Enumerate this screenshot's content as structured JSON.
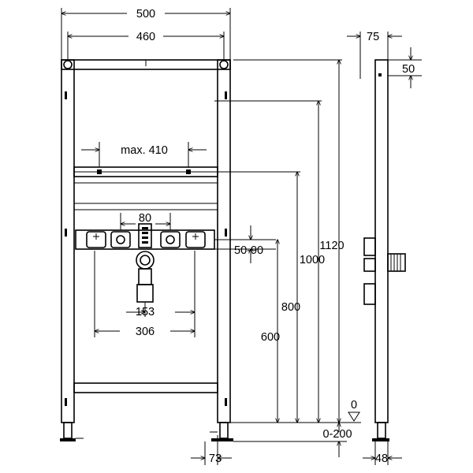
{
  "dimensions": {
    "overall_width": "500",
    "inner_width": "460",
    "max_spacing": "max. 410",
    "holder_spacing": "80",
    "rail_offset": "50-90",
    "outlet_spacing": "153",
    "outlet_spacing_wide": "306",
    "height_total": "1120",
    "height_1000": "1000",
    "height_800": "800",
    "height_600": "600",
    "depth": "75",
    "top_offset": "50",
    "zero_mark": "0",
    "floor_adjust": "0-200",
    "foot_offset": "73",
    "foot_depth": "48"
  }
}
